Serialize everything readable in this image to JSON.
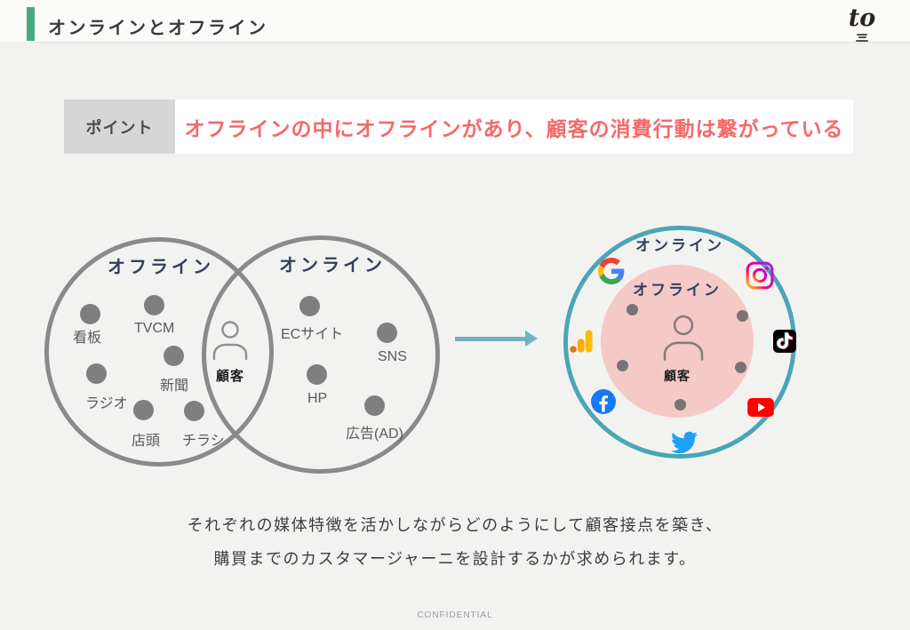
{
  "header": {
    "title": "オンラインとオフライン",
    "logo_text": "to"
  },
  "point": {
    "label": "ポイント",
    "message": "オフラインの中にオフラインがあり、顧客の消費行動は繋がっている"
  },
  "venn": {
    "offline": {
      "title": "オフライン",
      "items": [
        "看板",
        "TVCM",
        "新聞",
        "ラジオ",
        "店頭",
        "チラシ"
      ]
    },
    "online": {
      "title": "オンライン",
      "items": [
        "ECサイト",
        "SNS",
        "HP",
        "広告(AD)"
      ]
    },
    "overlap_label": "顧客"
  },
  "target": {
    "outer_label": "オンライン",
    "inner_label": "オフライン",
    "center_label": "顧客",
    "icons": [
      "google",
      "instagram",
      "google-analytics",
      "tiktok",
      "facebook",
      "youtube",
      "twitter"
    ]
  },
  "note": {
    "line1": "それぞれの媒体特徴を活かしながらどのようにして顧客接点を築き、",
    "line2": "購買までのカスタマージャーニを設計するかが求められます。"
  },
  "footer": {
    "confidential": "CONFIDENTIAL"
  },
  "colors": {
    "accent_green": "#4aa981",
    "point_red": "#f5696a",
    "circle_gray": "#8a8a8a",
    "outer_teal": "#4aa6b6",
    "inner_pink": "#f5c9c6",
    "title_navy": "#33405a"
  }
}
